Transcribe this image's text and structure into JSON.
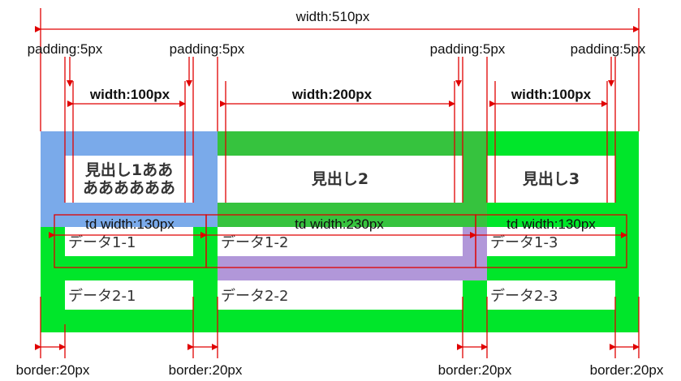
{
  "annotations": {
    "total_width": "width:510px",
    "padding": [
      "padding:5px",
      "padding:5px",
      "padding:5px",
      "padding:5px"
    ],
    "content_widths": [
      "width:100px",
      "width:200px",
      "width:100px"
    ],
    "td_widths": [
      "td width:130px",
      "td width:230px",
      "td width:130px"
    ],
    "borders": [
      "border:20px",
      "border:20px",
      "border:20px",
      "border:20px"
    ]
  },
  "table": {
    "headers": [
      "見出し1ああ\nああああああ",
      "見出し2",
      "見出し3"
    ],
    "rows": [
      [
        "データ1-1",
        "データ1-2",
        "データ1-3"
      ],
      [
        "データ2-1",
        "データ2-2",
        "データ2-3"
      ]
    ]
  },
  "colors": {
    "table_border": "#00e62a",
    "header_cell_1": "#7aaaea",
    "header_cell_2": "#36c33e",
    "row_cell_2": "#b197d9",
    "cell_content": "#ffffff",
    "annotation_red": "#e00000"
  }
}
